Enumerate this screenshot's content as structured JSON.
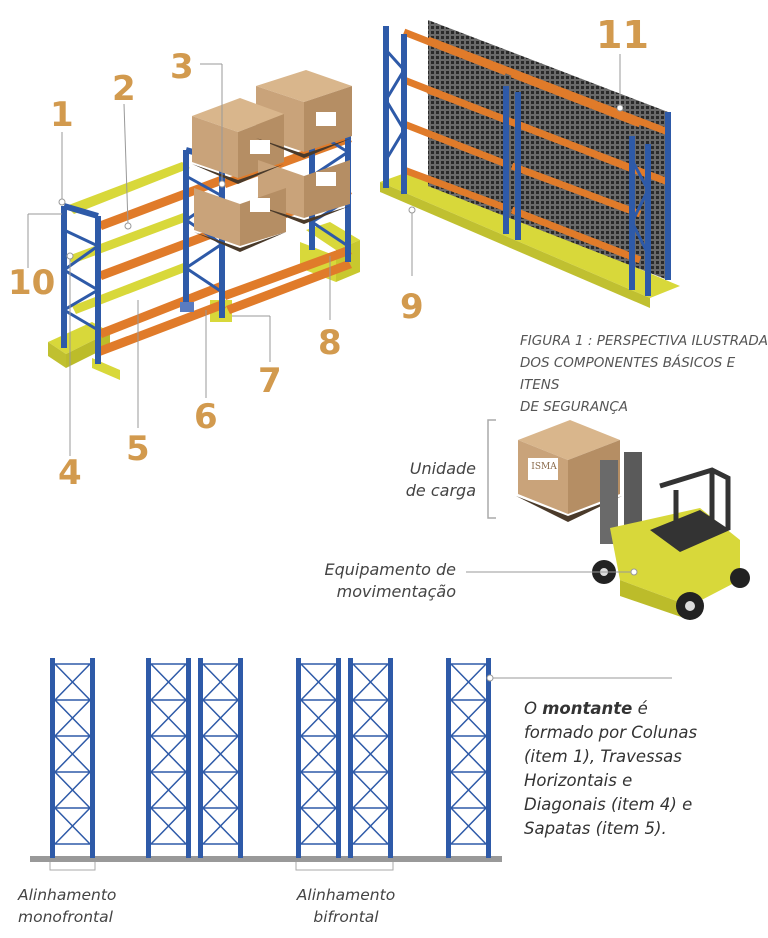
{
  "callouts": {
    "n1": "1",
    "n2": "2",
    "n3": "3",
    "n4": "4",
    "n5": "5",
    "n6": "6",
    "n7": "7",
    "n8": "8",
    "n9": "9",
    "n10": "10",
    "n11": "11"
  },
  "figure_caption": {
    "line1": "FIGURA 1 : PERSPECTIVA ILUSTRADA",
    "line2": "DOS COMPONENTES BÁSICOS E ITENS",
    "line3": "DE SEGURANÇA"
  },
  "load_unit": {
    "line1": "Unidade",
    "line2": "de carga"
  },
  "handling_equipment": {
    "line1": "Equipamento de",
    "line2": "movimentação"
  },
  "pallet_brand": "ISMA",
  "upright_description": {
    "prefix": "O ",
    "term": "montante",
    "rest": " é formado por Colunas (item 1), Travessas Horizontais e Diagonais (item 4) e Sapatas (item 5)."
  },
  "alignment_single": {
    "line1": "Alinhamento",
    "line2": "monofrontal"
  },
  "alignment_double": {
    "line1": "Alinhamento",
    "line2": "bifrontal"
  },
  "colors": {
    "upright_blue": "#2e5aa8",
    "beam_orange": "#e07b2a",
    "guard_yellow": "#d8d83a",
    "number_gold": "#d29a4e",
    "box_cardboard": "#c9a37a"
  }
}
